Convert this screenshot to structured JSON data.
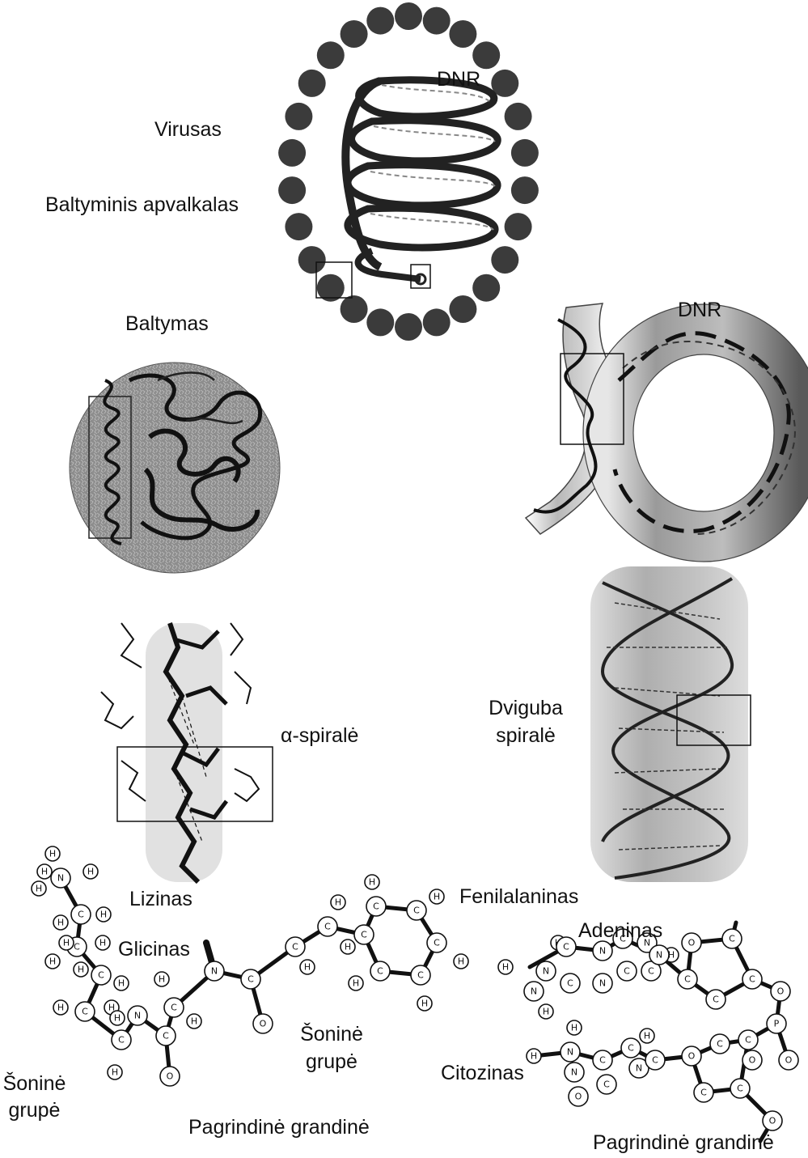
{
  "labels": {
    "virus_dna": "DNR",
    "virus": "Virusas",
    "capsid": "Baltyminis apvalkalas",
    "protein": "Baltymas",
    "dna_right": "DNR",
    "alpha_helix": "α-spiralė",
    "double_helix_line1": "Dviguba",
    "double_helix_line2": "spiralė",
    "lysine": "Lizinas",
    "glycine": "Glicinas",
    "phenylalanine": "Fenilalaninas",
    "adenine": "Adeninas",
    "cytosine": "Citozinas",
    "side_group_left_line1": "Šoninė",
    "side_group_left_line2": "grupė",
    "side_group_mid_line1": "Šoninė",
    "side_group_mid_line2": "grupė",
    "backbone_left": "Pagrindinė grandinė",
    "backbone_right": "Pagrindinė grandinė"
  },
  "atoms": {
    "hydrogen": "H",
    "carbon": "C",
    "nitrogen": "N",
    "oxygen": "O",
    "phosphorus": "P"
  },
  "colors": {
    "ink": "#111111",
    "shade": "#9a9a9a",
    "background": "#ffffff"
  }
}
